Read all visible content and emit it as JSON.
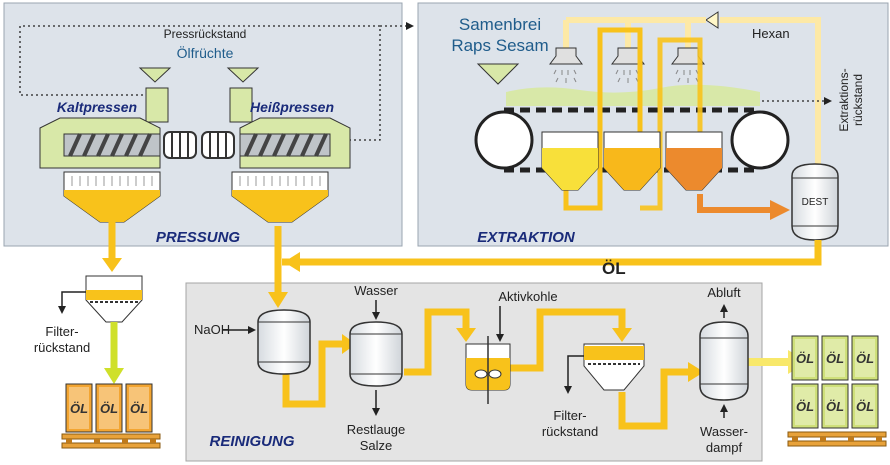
{
  "pressung": {
    "title": "PRESSUNG",
    "kalt": "Kaltpressen",
    "heiss": "Heißpressen",
    "oelfruechte": "Ölfrüchte",
    "pressrueckstand": "Pressrückstand"
  },
  "extraktion": {
    "title": "EXTRAKTION",
    "samenbrei_line1": "Samenbrei",
    "samenbrei_line2": "Raps Sesam",
    "hexan": "Hexan",
    "rueckstand_line1": "Extraktions-",
    "rueckstand_line2": "rückstand",
    "dest": "DEST"
  },
  "oel_label": "ÖL",
  "filter_left": {
    "line1": "Filter-",
    "line2": "rückstand"
  },
  "reinigung": {
    "title": "REINIGUNG",
    "naoh": "NaOH",
    "wasser": "Wasser",
    "restlauge_line1": "Restlauge",
    "restlauge_line2": "Salze",
    "aktivkohle": "Aktivkohle",
    "filter_line1": "Filter-",
    "filter_line2": "rückstand",
    "abluft": "Abluft",
    "dampf_line1": "Wasser-",
    "dampf_line2": "dampf"
  },
  "can_label": "ÖL",
  "colors": {
    "panel": "#dde3ea",
    "oil": "#f8c21b",
    "oil_light": "#fde9a6",
    "oil_orange": "#ec8a2d",
    "mash": "#d8e8a8",
    "title_navy": "#1a2b7a",
    "label_blue": "#1f5c8b"
  }
}
